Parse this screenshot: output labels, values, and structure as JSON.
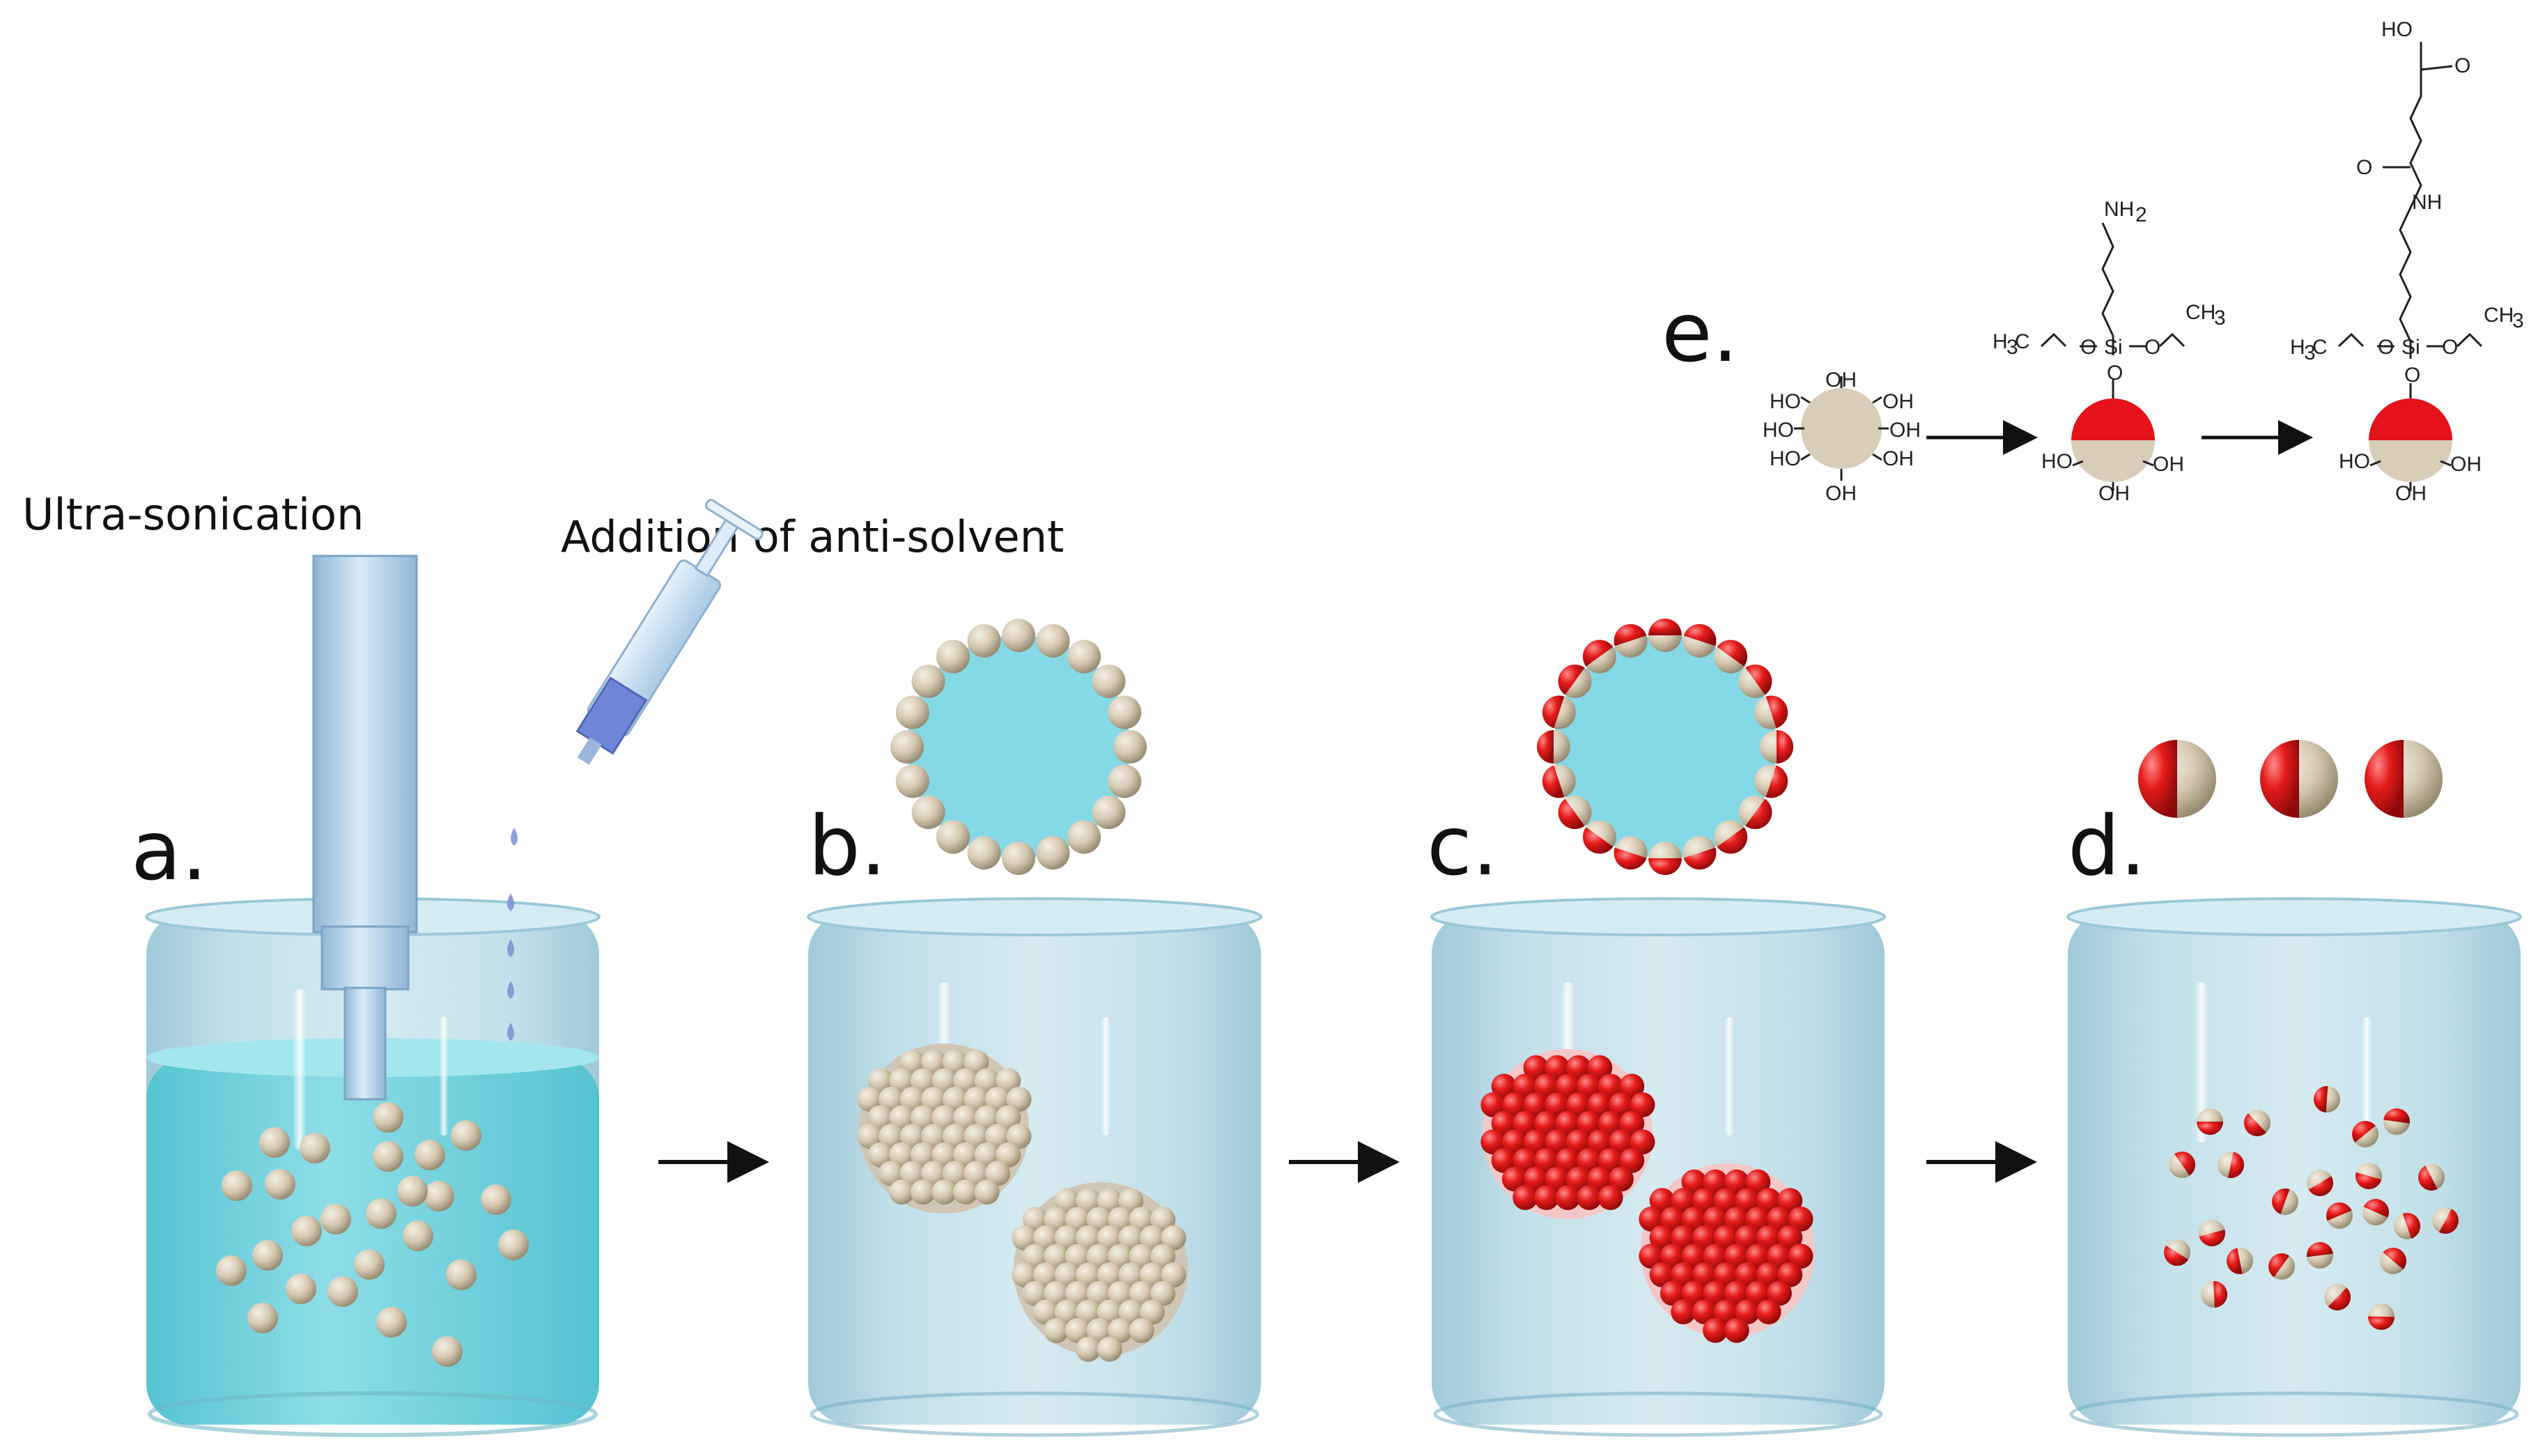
{
  "captions": {
    "ultrasonication": "Ultra-sonication",
    "antisolvent": "Addition of anti-solvent"
  },
  "steps": {
    "a": "a.",
    "b": "b.",
    "c": "c.",
    "d": "d.",
    "e": "e."
  },
  "chemistry": {
    "oh": "OH",
    "ho": "HO",
    "nh2": "NH",
    "nh2_sub": "2",
    "si": "Si",
    "o": "O",
    "h3c": "H",
    "h3c_sub": "3",
    "h3c_c": "C",
    "ch3": "CH",
    "ch3_sub": "3",
    "nh": "NH",
    "cooh_ho": "HO",
    "cooh_o": "O",
    "amide_o": "O"
  },
  "colors": {
    "silica": "#d8cdb8",
    "functionalized": "#e3121b",
    "water_cyan": "#7fd6e0",
    "beaker_blue": "#a9d3e0",
    "droplet": "#85d9e6"
  }
}
